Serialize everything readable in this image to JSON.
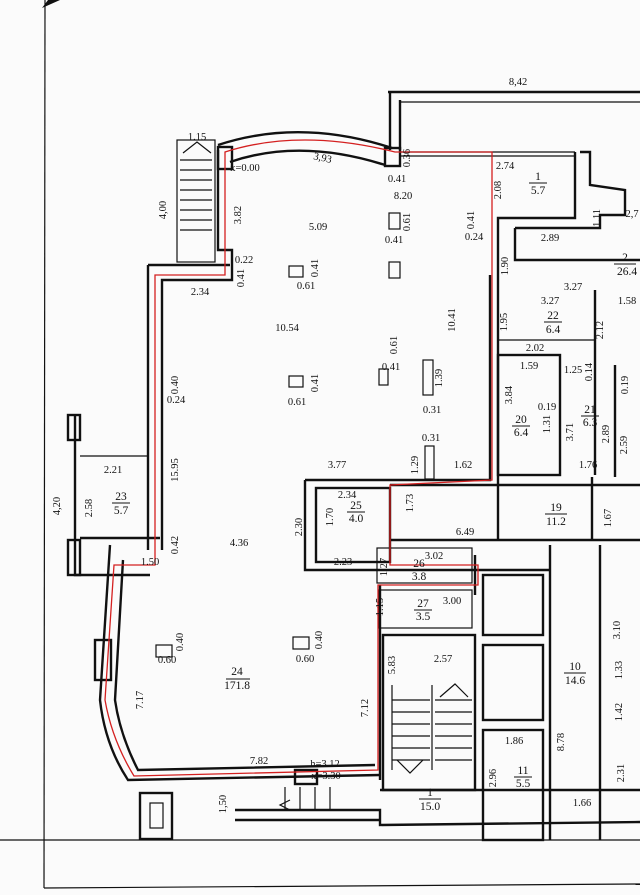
{
  "colors": {
    "walls": "#111111",
    "boundary": "#d42020",
    "paper": "#fbfbfb"
  },
  "annotations": {
    "x_top": "x=0.00",
    "h_bottom": "h=3.12",
    "x_bottom": "x=3.30"
  },
  "rooms": [
    {
      "number": "24",
      "area": "171.8"
    },
    {
      "number": "23",
      "area": "5.7"
    },
    {
      "number": "25",
      "area": "4.0"
    },
    {
      "number": "26",
      "area": "3.8"
    },
    {
      "number": "27",
      "area": "3.5"
    },
    {
      "number": "19",
      "area": "11.2"
    },
    {
      "number": "1",
      "area": "5.7"
    },
    {
      "number": "2",
      "area": "26.4"
    },
    {
      "number": "22",
      "area": "6.4"
    },
    {
      "number": "20",
      "area": "6.4"
    },
    {
      "number": "21",
      "area": "6.3"
    },
    {
      "number": "10",
      "area": "14.6"
    },
    {
      "number": "11",
      "area": "5.5"
    },
    {
      "number": "1",
      "area": "15.0"
    }
  ],
  "dimensions": [
    "8,42",
    "1.15",
    "3,93",
    "0.36",
    "0.41",
    "2.74",
    "2.08",
    "8.20",
    "5.09",
    "0.61",
    "0.41",
    "0.41",
    "0.24",
    "2.89",
    "1.11",
    "2,7",
    "4,00",
    "3.82",
    "0.22",
    "0.41",
    "0.41",
    "0.61",
    "2.34",
    "10.54",
    "1.90",
    "3.27",
    "3.27",
    "1.58",
    "1.95",
    "2.12",
    "10.41",
    "0.61",
    "0.41",
    "0.40",
    "0.24",
    "0.41",
    "0.61",
    "1.39",
    "0.31",
    "2.02",
    "1.59",
    "1.25",
    "0.14",
    "0.19",
    "3.84",
    "0.19",
    "1.31",
    "3.71",
    "2.89",
    "2.59",
    "0.31",
    "1.29",
    "2.21",
    "4,20",
    "15.95",
    "3.77",
    "1.62",
    "1.76",
    "2.34",
    "1.70",
    "2.30",
    "1.73",
    "1.67",
    "6.49",
    "2.58",
    "0.42",
    "1.50",
    "4.36",
    "2.23",
    "1.27",
    "3.02",
    "1.15",
    "3.00",
    "3.10",
    "0.40",
    "0.60",
    "0.40",
    "0.60",
    "5.83",
    "2.57",
    "1.33",
    "7.17",
    "7.12",
    "1.42",
    "8.78",
    "1.86",
    "7.82",
    "2.96",
    "2.31",
    "1,50",
    "1.66"
  ]
}
